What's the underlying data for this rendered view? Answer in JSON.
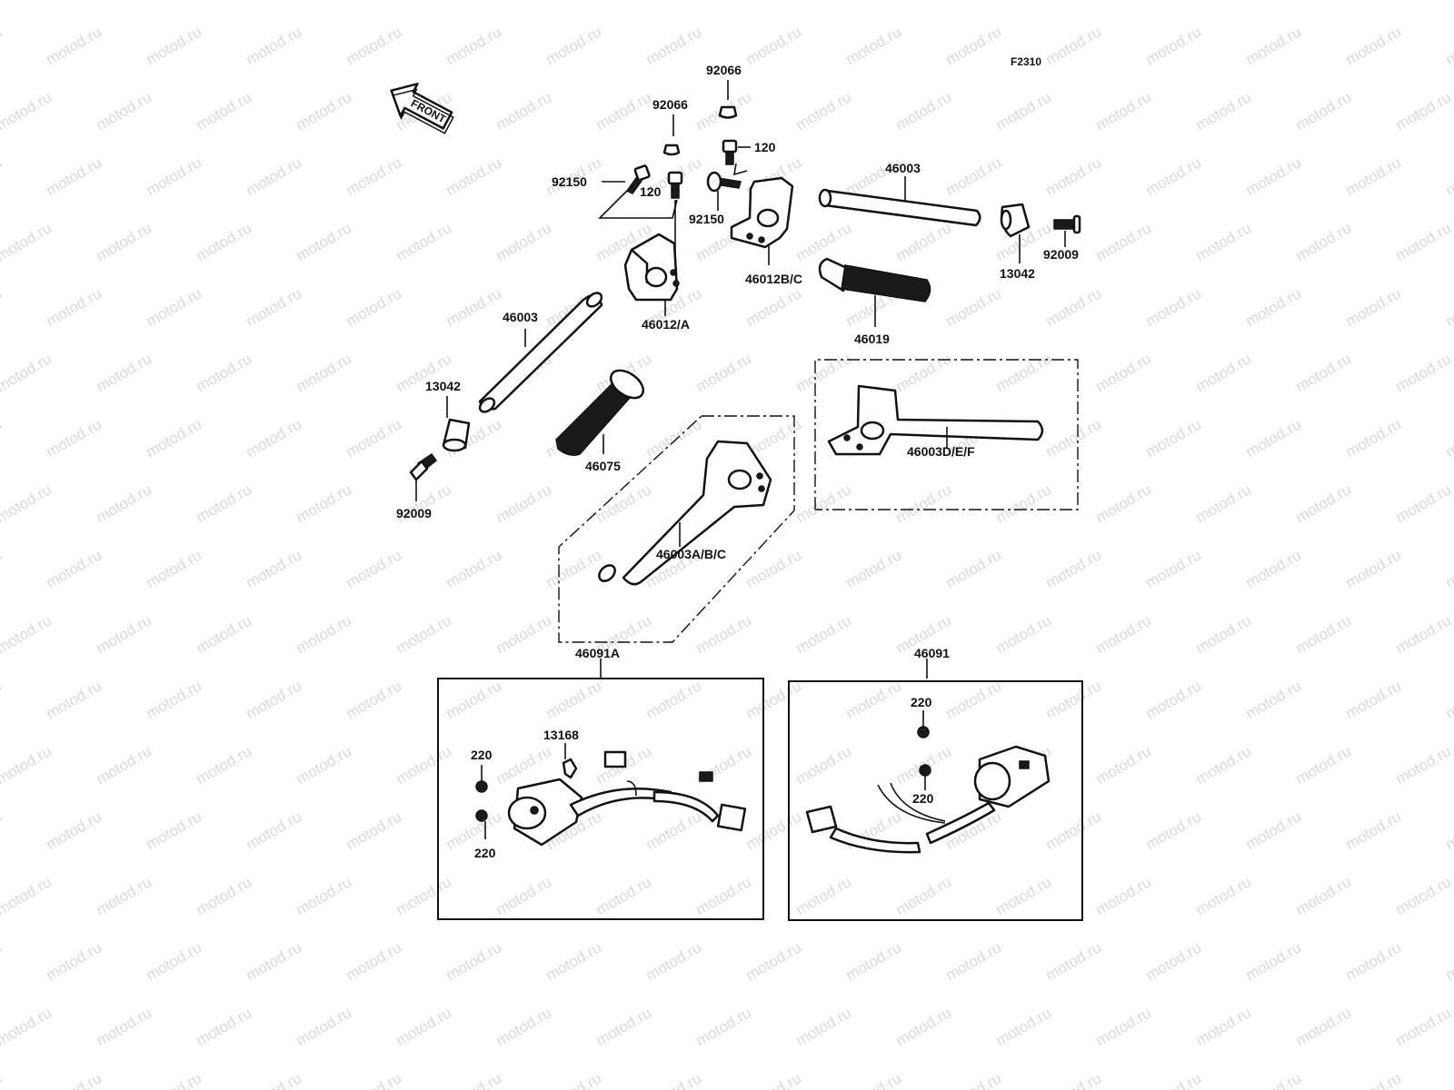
{
  "watermark": "motod.ru",
  "figure_code": "F2310",
  "front_indicator": "FRONT",
  "labels": {
    "p92066_top": "92066",
    "p92066_mid": "92066",
    "p120_right": "120",
    "p120_left": "120",
    "p92150_left": "92150",
    "p92150_right": "92150",
    "p46003_right": "46003",
    "p13042_right": "13042",
    "p92009_right": "92009",
    "p46012bc": "46012B/C",
    "p46012a": "46012/A",
    "p46019": "46019",
    "p46003_left": "46003",
    "p13042_left": "13042",
    "p92009_left": "92009",
    "p46075": "46075",
    "p46003def": "46003D/E/F",
    "p46003abc": "46003A/B/C",
    "p46091a": "46091A",
    "p46091": "46091",
    "p13168": "13168",
    "p220_a_top": "220",
    "p220_a_bottom": "220",
    "p220_b_top": "220",
    "p220_b_bottom": "220"
  }
}
